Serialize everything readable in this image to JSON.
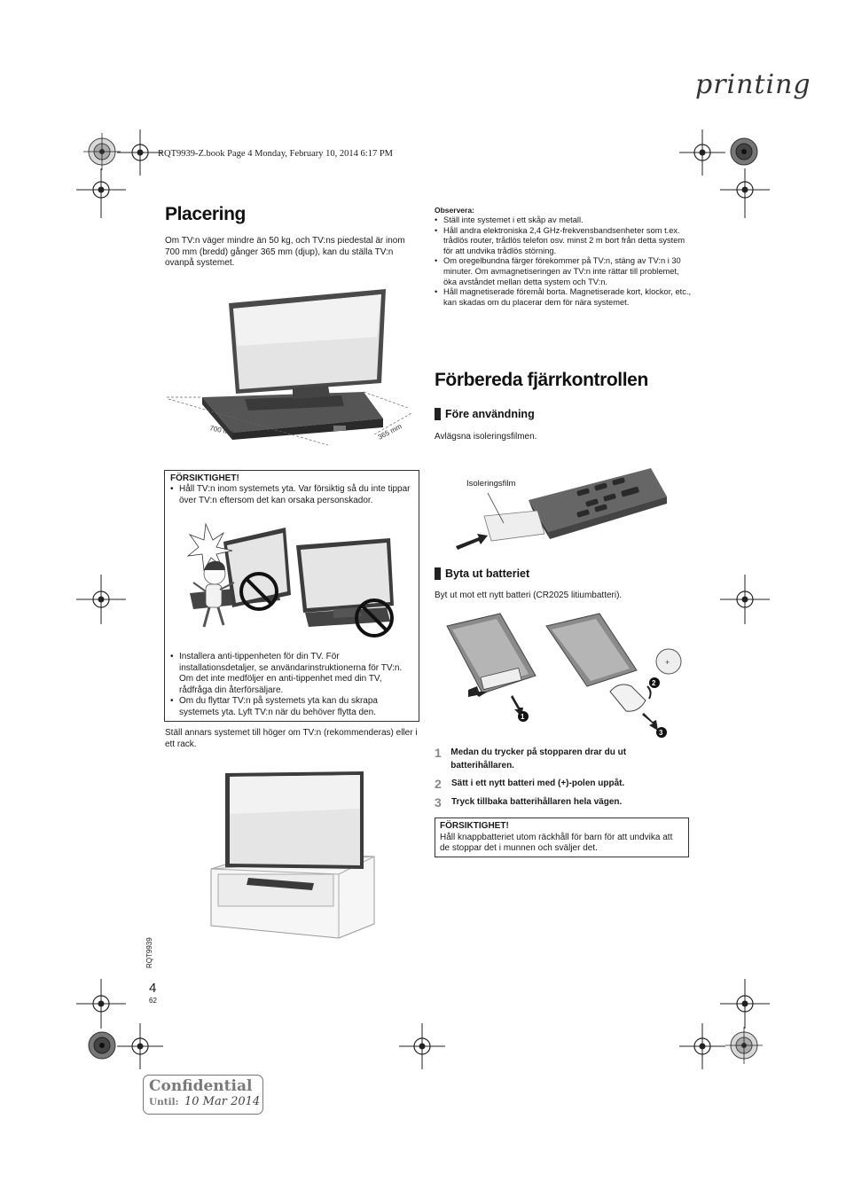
{
  "watermark": "printing",
  "header_line": "RQT9939-Z.book  Page 4  Monday, February 10, 2014  6:17 PM",
  "placering": {
    "title": "Placering",
    "intro": "Om TV:n väger mindre än 50 kg, och TV:ns piedestal är inom 700 mm (bredd) gånger 365 mm (djup), kan du ställa TV:n ovanpå systemet.",
    "dim_width": "700 mm",
    "dim_depth": "365 mm"
  },
  "caution1": {
    "heading": "FÖRSIKTIGHET!",
    "items_top": [
      "Håll TV:n inom systemets yta. Var försiktig så du inte tippar över TV:n eftersom det kan orsaka personskador."
    ],
    "items_bottom": [
      "Installera anti-tippenheten för din TV. För installationsdetaljer, se användarinstruktionerna för TV:n. Om det inte medföljer en anti-tippenhet med din TV, rådfråga din återförsäljare.",
      "Om du flyttar TV:n på systemets yta kan du skrapa systemets yta. Lyft TV:n när du behöver flytta den."
    ]
  },
  "rack_text": "Ställ annars systemet till höger om TV:n (rekommenderas) eller i ett rack.",
  "observera": {
    "heading": "Observera:",
    "items": [
      "Ställ inte systemet i ett skåp av metall.",
      "Håll andra elektroniska 2,4 GHz-frekvensbandsenheter som t.ex. trådlös router, trådlös telefon osv. minst 2 m bort från detta system för att undvika trådlös störning.",
      "Om oregelbundna färger förekommer på TV:n, stäng av TV:n i 30 minuter. Om avmagnetiseringen av TV:n inte rättar till problemet, öka avståndet mellan detta system och TV:n.",
      "Håll magnetiserade föremål borta. Magnetiserade kort, klockor, etc., kan skadas om du placerar dem för nära systemet."
    ]
  },
  "remote": {
    "title": "Förbereda fjärrkontrollen",
    "before_heading": "Före användning",
    "before_text": "Avlägsna isoleringsfilmen.",
    "film_label": "Isoleringsfilm",
    "battery_heading": "Byta ut batteriet",
    "battery_text": "Byt ut mot ett nytt batteri (CR2025 litiumbatteri).",
    "steps": [
      {
        "num": "1",
        "text": "Medan du trycker på stopparen drar du ut batterihållaren."
      },
      {
        "num": "2",
        "text": "Sätt i ett nytt batteri med (+)-polen uppåt."
      },
      {
        "num": "3",
        "text": "Tryck tillbaka batterihållaren hela vägen."
      }
    ],
    "caution_heading": "FÖRSIKTIGHET!",
    "caution_text": "Håll knappbatteriet utom räckhåll för barn för att undvika att de stoppar det i munnen och sväljer det."
  },
  "page": {
    "model": "RQT9939",
    "number": "4",
    "sub_number": "62"
  },
  "confidential": {
    "label": "Confidential",
    "until_label": "Until:",
    "date": "10 Mar 2014"
  }
}
